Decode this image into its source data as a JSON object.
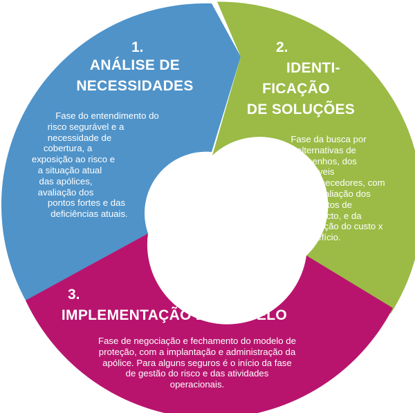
{
  "colors": {
    "segment1": "#4f93c9",
    "segment2": "#9bbb46",
    "segment3": "#b8146e",
    "background": "#ffffff"
  },
  "stages": [
    {
      "number": "1.",
      "title_lines": [
        "ANÁLISE DE",
        "NECESSIDADES"
      ],
      "description_lines": [
        "Fase do entendimento do",
        "risco segurável e a",
        "necessidade de",
        "cobertura, a",
        "exposição ao risco e",
        "a situação atual",
        "das apólices,",
        "avaliação dos",
        "pontos fortes e das",
        "deficiências atuais."
      ]
    },
    {
      "number": "2.",
      "title_lines": [
        "IDENTI-",
        "FICAÇÃO",
        "DE SOLUÇÕES"
      ],
      "description_lines": [
        "Fase da busca por",
        "alternativas de",
        "desenhos, dos",
        "possíveis",
        "fornecedores, com",
        "a avaliação dos",
        "pontos de",
        "impacto, e da",
        "relação do custo x",
        "benefício."
      ]
    },
    {
      "number": "3.",
      "title_lines": [
        "IMPLEMENTAÇÃO DO MODELO"
      ],
      "description_lines": [
        "Fase de negociação e fechamento do modelo de",
        "proteção, com a implantação e administração da",
        "apólice. Para alguns seguros é o início da fase",
        "de gestão do risco e das atividades",
        "operacionais."
      ]
    }
  ]
}
